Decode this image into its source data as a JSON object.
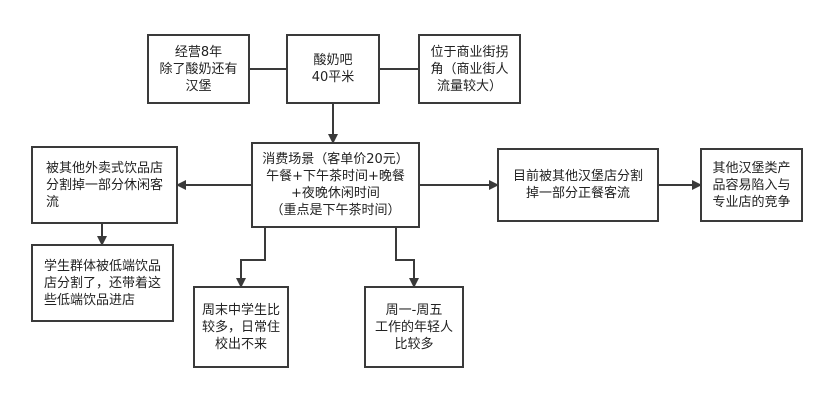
{
  "nodes": {
    "experience": "经营8年\n除了酸奶还有\n汉堡",
    "shop": "酸奶吧\n40平米",
    "location": "位于商业街拐\n角（商业街人\n流量较大）",
    "scenes": "消费场景（客单价20元）\n午餐+下午茶时间+晚餐\n+夜晚休闲时间\n（重点是下午茶时间）",
    "takeaway": "被其他外卖式饮品店\n分割掉一部分休闲客\n流",
    "students": "学生群体被低端饮品\n店分割了，还带着这\n些低端饮品进店",
    "weekend": "周末中学生比\n较多，日常住\n校出不来",
    "weekday": "周一-周五\n工作的年轻人\n比较多",
    "burger": "目前被其他汉堡店分割\n掉一部分正餐客流",
    "specialty": "其他汉堡类产\n品容易陷入与\n专业店的竞争"
  }
}
